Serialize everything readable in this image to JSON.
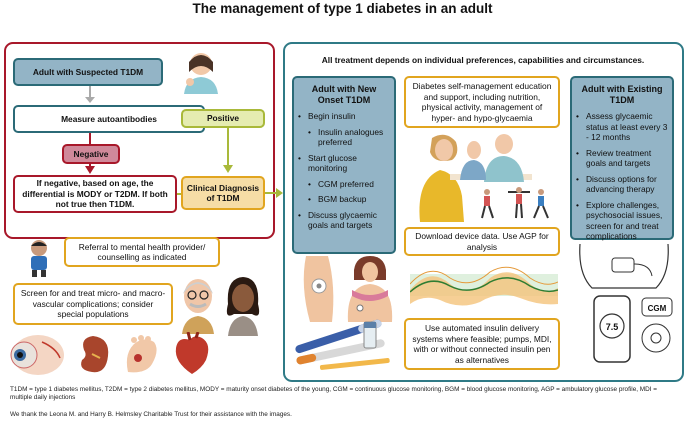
{
  "title": "The management of type 1 diabetes in an adult",
  "left": {
    "suspected": "Adult with Suspected T1DM",
    "measure": "Measure autoantibodies",
    "positive": "Positive",
    "negative": "Negative",
    "negative_text": "If negative, based on age, the differential is MODY or T2DM. If both not true then T1DM.",
    "clinical": "Clinical Diagnosis of T1DM",
    "referral": "Referral to mental health provider/ counselling as indicated",
    "screen": "Screen for and treat micro- and macro-vascular complications; consider special populations"
  },
  "right": {
    "header": "All treatment depends on individual preferences, capabilities and circumstances.",
    "new_onset": {
      "title": "Adult with New Onset T1DM",
      "items": [
        "Begin insulin",
        "Insulin analogues preferred",
        "Start glucose monitoring",
        "CGM preferred",
        "BGM backup",
        "Discuss glycaemic goals and targets"
      ]
    },
    "education": "Diabetes self-management education and support, including nutrition, physical activity, management of hyper- and hypo-glycaemia",
    "download": "Download device data. Use AGP for analysis",
    "automated": "Use automated insulin delivery systems where feasible; pumps, MDI, with or without connected insulin pen as alternatives",
    "existing": {
      "title": "Adult with Existing T1DM",
      "items": [
        "Assess glycaemic status at least every 3 - 12 months",
        "Review treatment goals and targets",
        "Discuss options for advancing therapy",
        "Explore challenges, psychosocial issues, screen for and treat complications"
      ]
    },
    "device_labels": {
      "reading": "7.5",
      "cgm": "CGM"
    }
  },
  "footnote": "T1DM = type 1 diabetes mellitus, T2DM = type 2 diabetes mellitus, MODY = maturity onset diabetes of the young, CGM = continuous glucose monitoring, BGM = blood glucose monitoring, AGP = ambulatory glucose profile, MDI = multiple daily injections",
  "thanks": "We thank the Leona M. and Harry B. Helmsley Charitable Trust for their assistance with the images.",
  "colors": {
    "red": "#a8182a",
    "teal": "#2b6a77",
    "blue_fill": "#93b4c6",
    "green": "#a9b93a",
    "gold": "#e1a51f"
  }
}
